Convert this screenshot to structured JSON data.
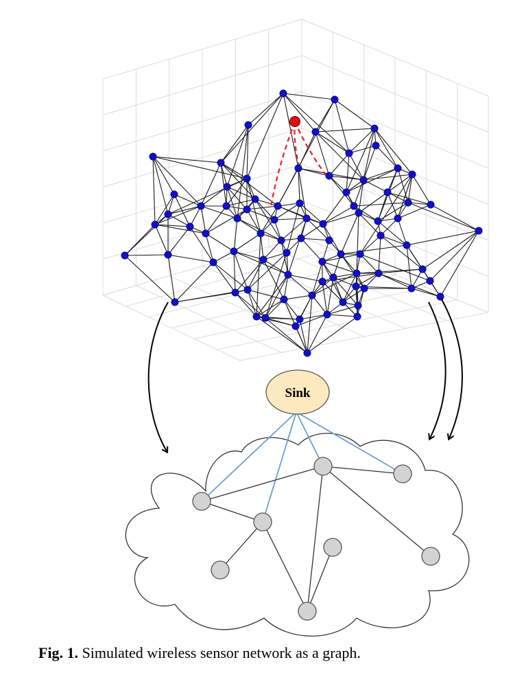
{
  "sink": {
    "label": "Sink"
  },
  "caption": {
    "prefix": "Fig. 1.",
    "text": " Simulated wireless sensor network as a graph."
  },
  "colors": {
    "sensor_node": "#1010c8",
    "source_node": "#e01010",
    "route_edge": "#e03030",
    "sink_fill": "#fde9c0",
    "graph_node": "#d3d3d3",
    "sink_link": "#6a9fd0"
  },
  "icons": [
    "3d-network-graph",
    "cloud-shape",
    "curved-arrow"
  ]
}
